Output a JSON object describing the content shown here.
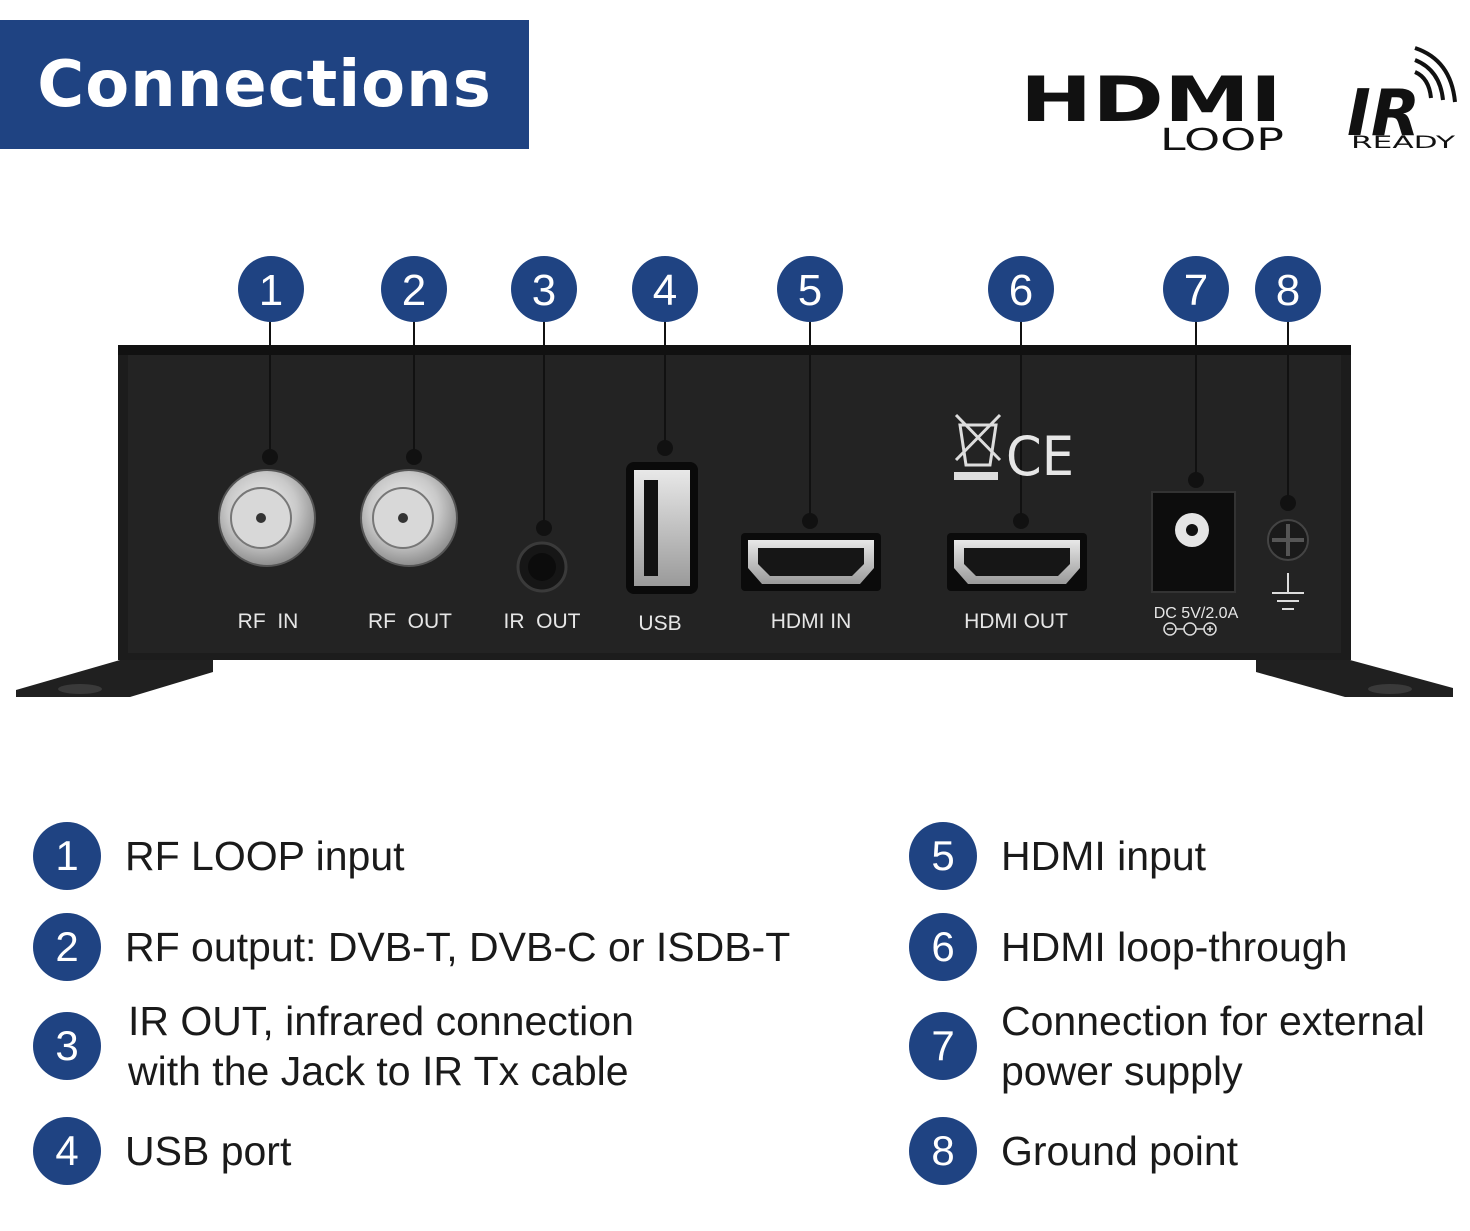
{
  "header": {
    "title": "Connections"
  },
  "logos": {
    "hdmi": {
      "word": "HDMI",
      "sub": "LOOP"
    },
    "ir": {
      "word": "IR",
      "sub": "READY"
    }
  },
  "device": {
    "ports": [
      {
        "num": "1",
        "label": "RF  IN"
      },
      {
        "num": "2",
        "label": "RF  OUT"
      },
      {
        "num": "3",
        "label": "IR  OUT"
      },
      {
        "num": "4",
        "label": "USB"
      },
      {
        "num": "5",
        "label": "HDMI IN"
      },
      {
        "num": "6",
        "label": "HDMI OUT"
      },
      {
        "num": "7",
        "label": "DC 5V/2.0A"
      },
      {
        "num": "8",
        "label": ""
      }
    ],
    "ce_mark": "CE"
  },
  "legend": [
    {
      "num": "1",
      "text": "RF LOOP input"
    },
    {
      "num": "2",
      "text": "RF output: DVB-T, DVB-C or ISDB-T"
    },
    {
      "num": "3",
      "text": "IR OUT, infrared connection\nwith the Jack to IR Tx cable"
    },
    {
      "num": "4",
      "text": "USB port"
    },
    {
      "num": "5",
      "text": "HDMI input"
    },
    {
      "num": "6",
      "text": "HDMI loop-through"
    },
    {
      "num": "7",
      "text": "Connection for external\npower supply"
    },
    {
      "num": "8",
      "text": "Ground point"
    }
  ],
  "colors": {
    "brand_blue": "#1f4382",
    "device_black": "#1c1c1c"
  }
}
